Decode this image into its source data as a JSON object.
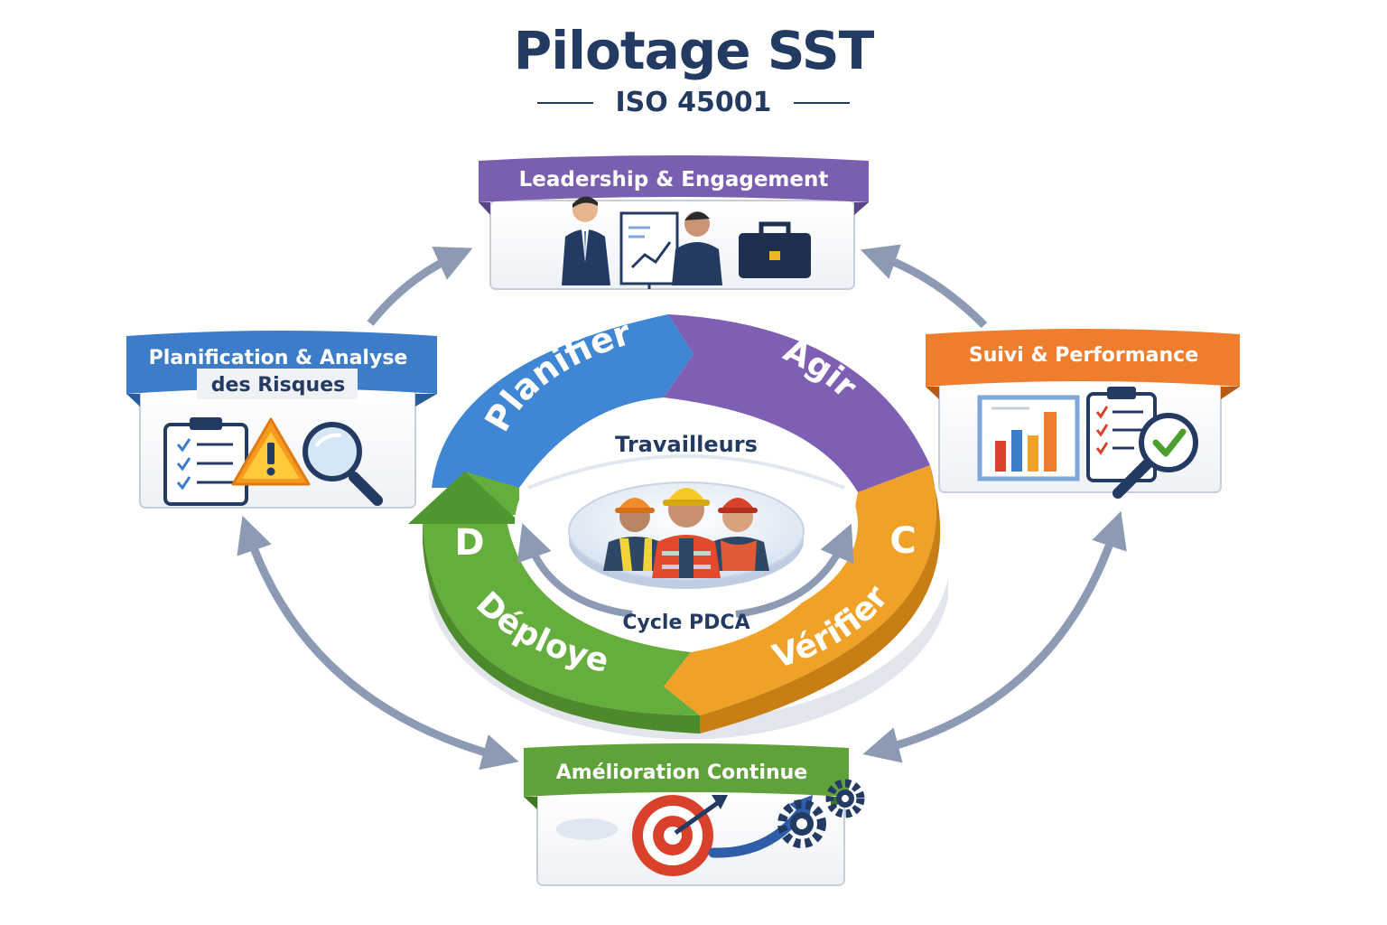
{
  "header": {
    "title": "Pilotage SST",
    "subtitle": "ISO 45001"
  },
  "cards": {
    "leadership": {
      "label": "Leadership & Engagement",
      "color": "#7a5fb1"
    },
    "planning": {
      "label_line1": "Planification & Analyse",
      "label_line2": "des Risques",
      "color": "#3d7cc9"
    },
    "monitoring": {
      "label": "Suivi & Performance",
      "color": "#ee7d2e"
    },
    "improvement": {
      "label": "Amélioration Continue",
      "color": "#5fa23a"
    }
  },
  "cycle": {
    "plan_label": "Planifier",
    "act_label": "Agir",
    "do_label": "Déployer",
    "check_label": "Vérifier",
    "do_letter": "D",
    "check_letter": "C",
    "center_label": "Travailleurs",
    "cycle_label": "Cycle PDCA",
    "colors": {
      "plan": "#3f86d4",
      "act": "#7e5fb3",
      "do": "#65ad3c",
      "check": "#f0a228"
    }
  },
  "icons": {
    "leadership": [
      "presenter-icon",
      "flipchart-icon",
      "manager-icon",
      "briefcase-icon"
    ],
    "planning": [
      "checklist-icon",
      "warning-icon",
      "magnifier-icon"
    ],
    "monitoring": [
      "bar-chart-icon",
      "clipboard-icon",
      "check-magnifier-icon"
    ],
    "improvement": [
      "target-icon",
      "arrow-icon",
      "gears-icon"
    ],
    "center": [
      "workers-icon"
    ]
  }
}
